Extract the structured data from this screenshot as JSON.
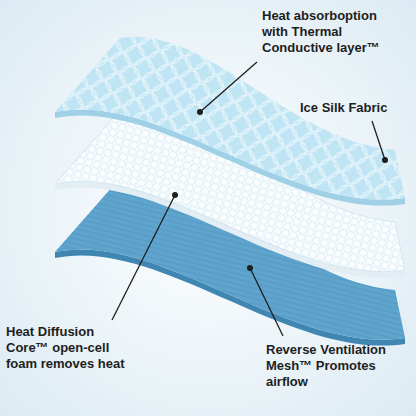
{
  "diagram": {
    "labels": [
      "Heat absorboption with Thermal Conductive layer™",
      "Ice Silk Fabric",
      "Heat Diffusion Core™ open-cell foam removes heat",
      "Reverse Ventilation Mesh™ Promotes airflow"
    ]
  }
}
